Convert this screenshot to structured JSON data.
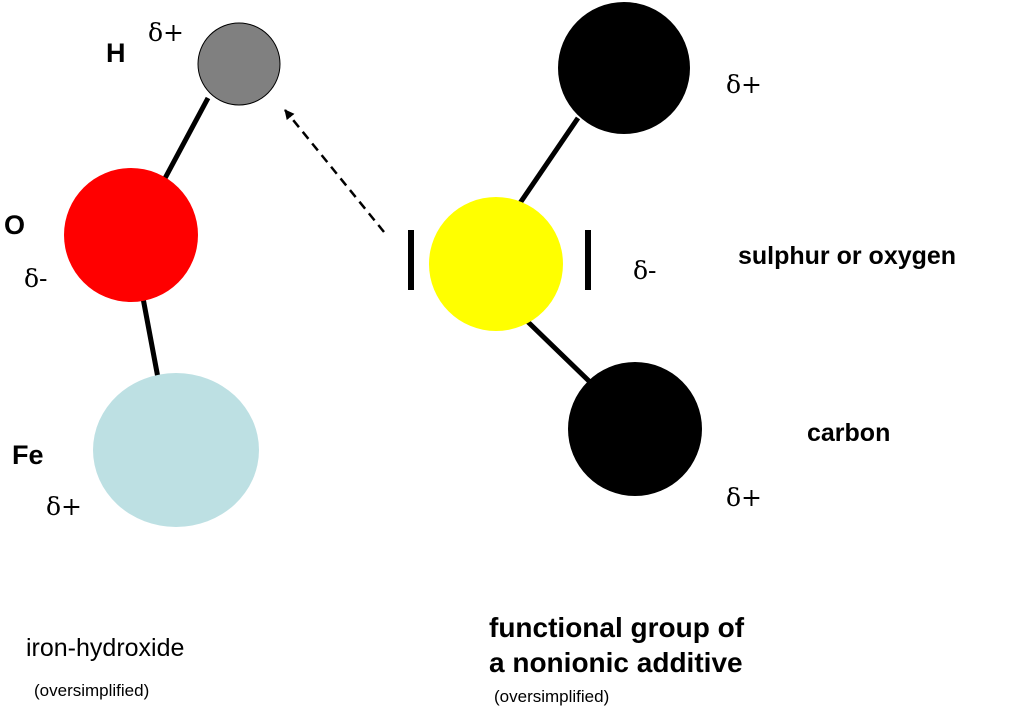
{
  "atoms": {
    "hydrogen": {
      "symbol": "H",
      "charge": "δ+",
      "color": "#808080"
    },
    "oxygen": {
      "symbol": "O",
      "charge": "δ-",
      "color": "#ff0000"
    },
    "iron": {
      "symbol": "Fe",
      "charge": "δ+",
      "color": "#bde0e3"
    },
    "additive_center": {
      "charge": "δ-",
      "color": "#ffff00"
    },
    "additive_upper": {
      "charge": "δ+",
      "color": "#000000"
    },
    "additive_lower": {
      "charge": "δ+",
      "color": "#000000"
    }
  },
  "legend": {
    "center_label": "sulphur or oxygen",
    "outer_label": "carbon"
  },
  "captions": {
    "left": {
      "title": "iron-hydroxide",
      "note": "(oversimplified)"
    },
    "right": {
      "title_line1": "functional group of",
      "title_line2": "a nonionic additive",
      "note": "(oversimplified)"
    }
  }
}
